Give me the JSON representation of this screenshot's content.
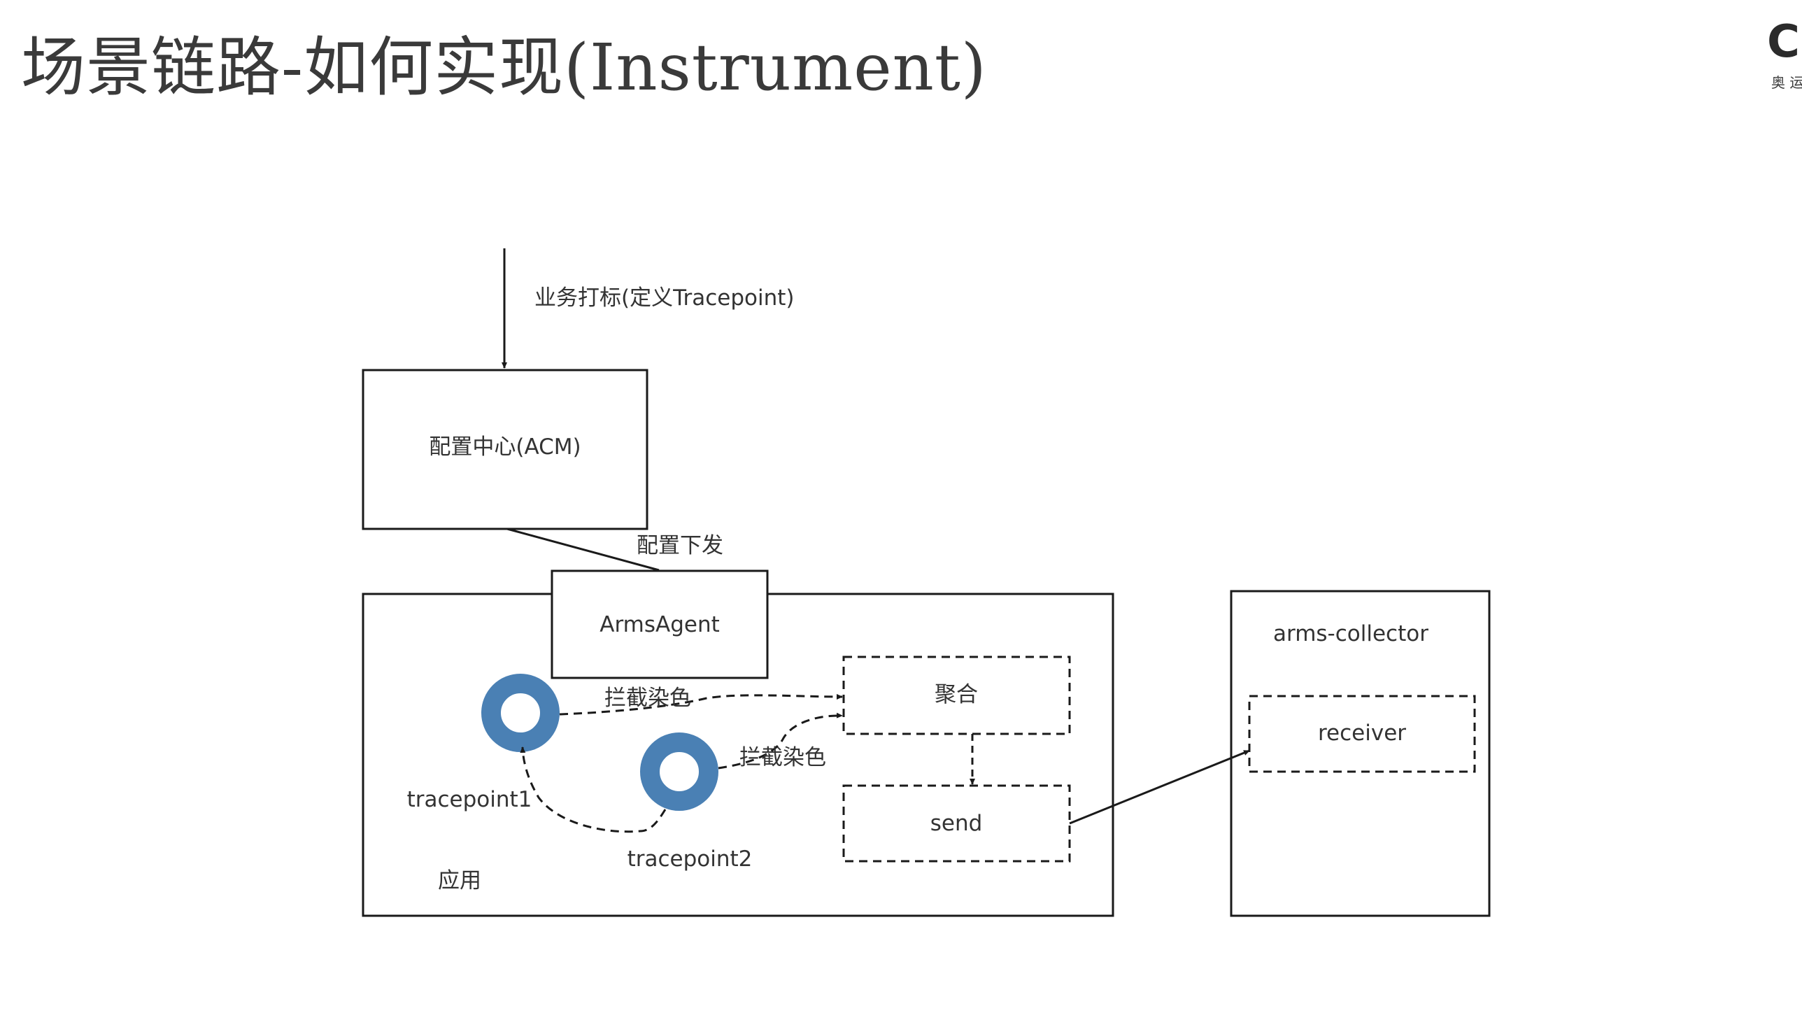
{
  "slide": {
    "title": "场景链路-如何实现(Instrument)",
    "logo_mark": "C",
    "logo_text": "奥 运"
  },
  "diagram": {
    "top_arrow_label": "业务打标(定义Tracepoint)",
    "acm_box_label": "配置中心(ACM)",
    "config_push_label": "配置下发",
    "agent_box_label": "ArmsAgent",
    "app_box_label": "应用",
    "aggregate_box_label": "聚合",
    "send_box_label": "send",
    "tracepoint1_label": "tracepoint1",
    "tracepoint2_label": "tracepoint2",
    "intercept_label_1": "拦截染色",
    "intercept_label_2": "拦截染色",
    "collector_box_label": "arms-collector",
    "receiver_box_label": "receiver"
  },
  "colors": {
    "tracepoint_ring": "#4a80b4",
    "line": "#1a1a1a",
    "text": "#333333"
  }
}
